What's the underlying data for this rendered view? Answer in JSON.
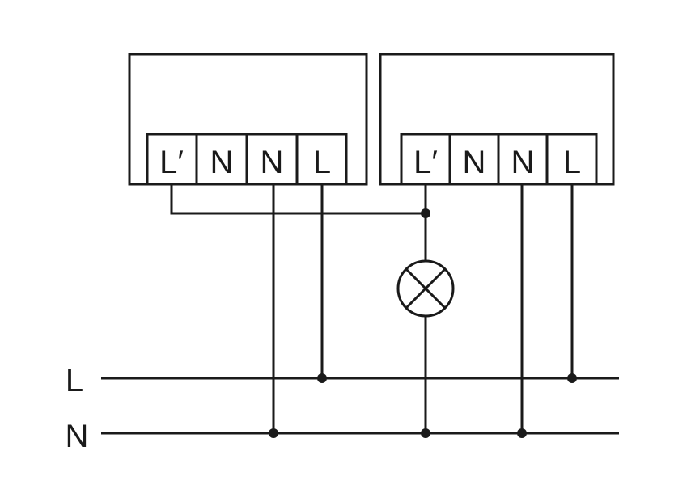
{
  "devices": [
    {
      "terminals": [
        "L′",
        "N",
        "N",
        "L"
      ]
    },
    {
      "terminals": [
        "L′",
        "N",
        "N",
        "L"
      ]
    }
  ],
  "bus_labels": {
    "line": "L",
    "neutral": "N"
  },
  "colors": {
    "stroke": "#1a1a1a",
    "background": "#ffffff"
  }
}
